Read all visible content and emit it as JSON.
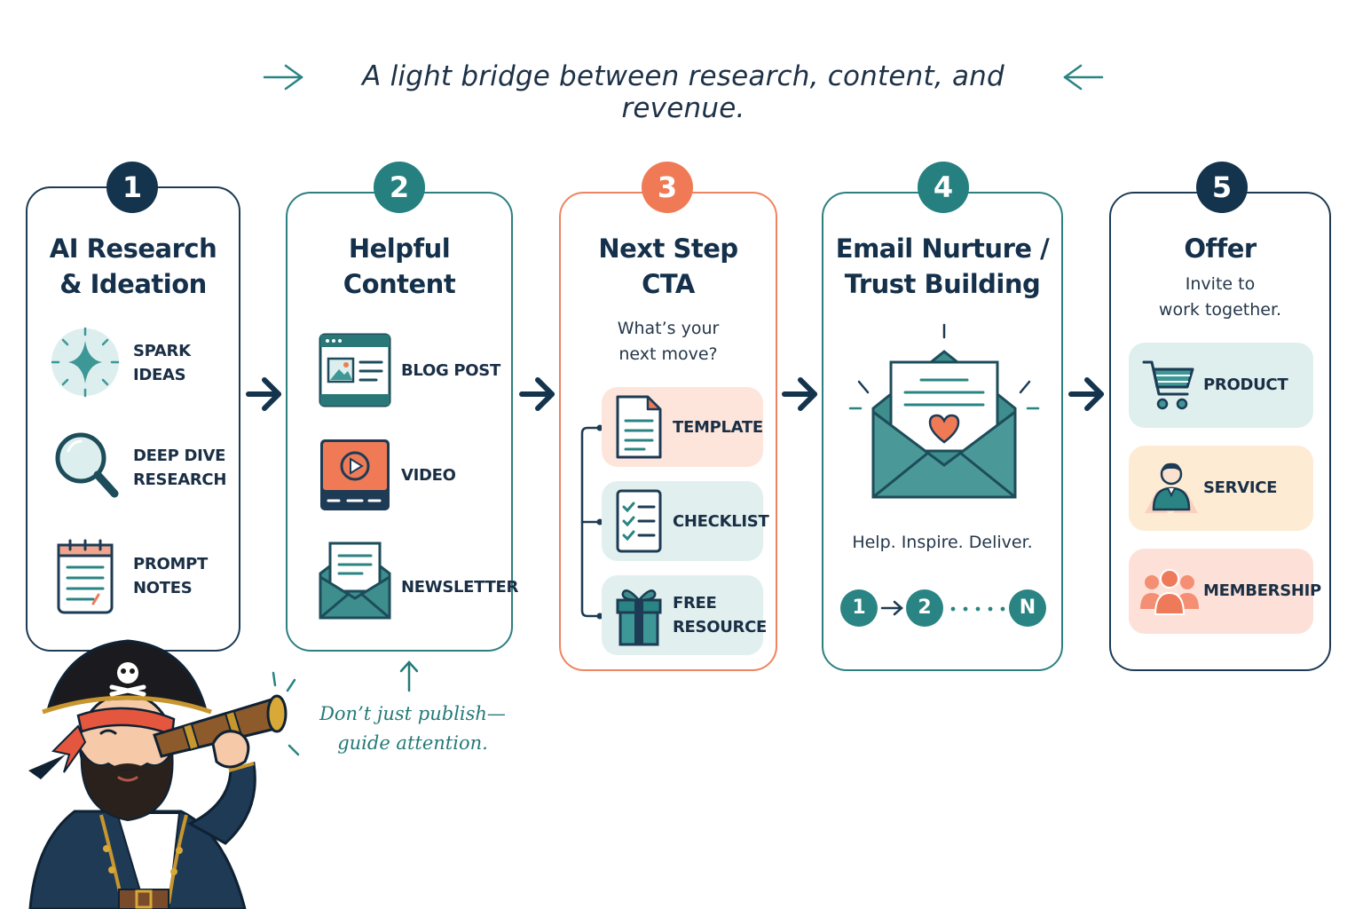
{
  "tagline": "A light bridge between research, content, and revenue.",
  "colors": {
    "navy": "#14334d",
    "teal": "#2a8483",
    "coral": "#f07a55",
    "background": "#ffffff"
  },
  "steps": [
    {
      "number": "1",
      "title_line1": "AI Research",
      "title_line2": "& Ideation",
      "items": [
        {
          "icon": "sparkle-icon",
          "line1": "SPARK",
          "line2": "IDEAS"
        },
        {
          "icon": "magnifier-icon",
          "line1": "DEEP DIVE",
          "line2": "RESEARCH"
        },
        {
          "icon": "notepad-icon",
          "line1": "PROMPT",
          "line2": "NOTES"
        }
      ]
    },
    {
      "number": "2",
      "title_line1": "Helpful",
      "title_line2": "Content",
      "items": [
        {
          "icon": "browser-window-icon",
          "label": "BLOG POST"
        },
        {
          "icon": "video-player-icon",
          "label": "VIDEO"
        },
        {
          "icon": "envelope-letter-icon",
          "label": "NEWSLETTER"
        }
      ],
      "annotation_line1": "Don’t just publish—",
      "annotation_line2": "guide attention."
    },
    {
      "number": "3",
      "title_line1": "Next Step",
      "title_line2": "CTA",
      "subtitle_line1": "What’s your",
      "subtitle_line2": "next move?",
      "items": [
        {
          "icon": "document-icon",
          "label": "TEMPLATE"
        },
        {
          "icon": "checklist-icon",
          "label": "CHECKLIST"
        },
        {
          "icon": "gift-icon",
          "line1": "FREE",
          "line2": "RESOURCE"
        }
      ]
    },
    {
      "number": "4",
      "title_line1": "Email Nurture /",
      "title_line2": "Trust Building",
      "icon": "open-envelope-heart-icon",
      "footer": "Help. Inspire. Deliver.",
      "sequence": [
        "1",
        "2",
        "N"
      ]
    },
    {
      "number": "5",
      "title_line1": "Offer",
      "subtitle_line1": "Invite to",
      "subtitle_line2": "work together.",
      "items": [
        {
          "icon": "shopping-cart-icon",
          "label": "PRODUCT"
        },
        {
          "icon": "person-icon",
          "label": "SERVICE"
        },
        {
          "icon": "group-icon",
          "label": "MEMBERSHIP"
        }
      ]
    }
  ],
  "mascot": "pirate-with-spyglass-icon"
}
